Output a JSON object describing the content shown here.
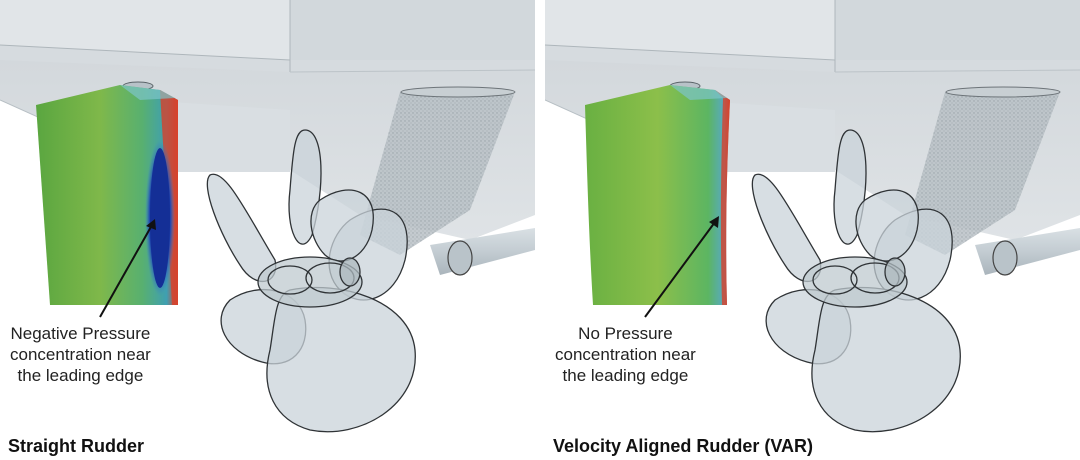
{
  "panels": [
    {
      "caption": "Straight Rudder",
      "annotation": [
        "Negative Pressure",
        "concentration near",
        "the leading edge"
      ],
      "pressure_zone": "negative"
    },
    {
      "caption": "Velocity Aligned Rudder (VAR)",
      "annotation": [
        "No Pressure",
        "concentration near",
        "the leading edge"
      ],
      "pressure_zone": "none"
    }
  ],
  "colors": {
    "hull": "#d8dde0",
    "hull_dark": "#c5cbcf",
    "propeller": "#c9d3d9",
    "rudder_green": "#6bb04a",
    "negative_pressure": "#1a3a9e",
    "leading_edge": "#d8412a"
  }
}
